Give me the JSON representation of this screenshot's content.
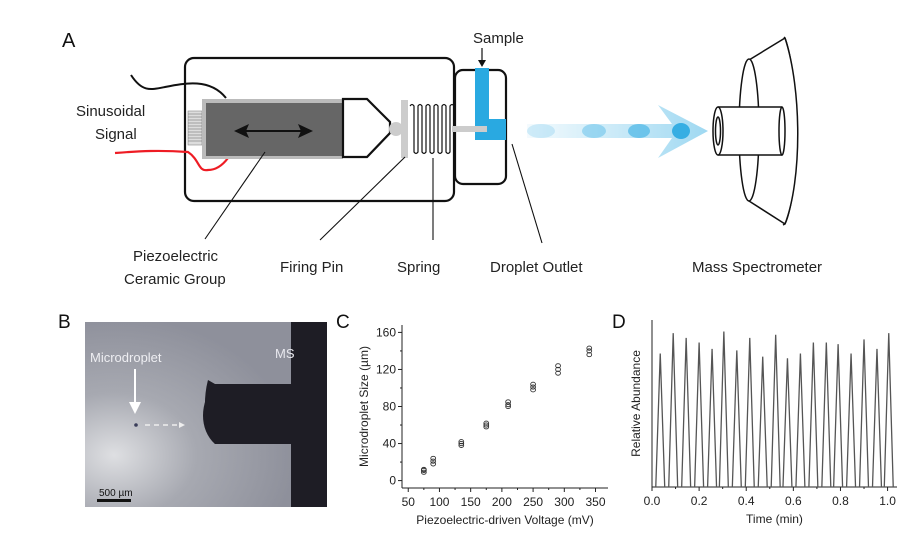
{
  "panels": {
    "a": {
      "letter": "A",
      "labels": {
        "sinusoidal_1": "Sinusoidal",
        "sinusoidal_2": "Signal",
        "piezo_1": "Piezoelectric",
        "piezo_2": "Ceramic Group",
        "firing_pin": "Firing Pin",
        "spring": "Spring",
        "droplet_outlet": "Droplet Outlet",
        "mass_spec": "Mass Spectrometer",
        "sample": "Sample"
      },
      "colors": {
        "sample_blue": "#29a9e1",
        "red_wire": "#ee1c24",
        "piezo_gray": "#666666"
      }
    },
    "b": {
      "letter": "B",
      "microdroplet_label": "Microdroplet",
      "ms_label": "MS",
      "scalebar_label": "500 µm"
    },
    "c": {
      "letter": "C"
    },
    "d": {
      "letter": "D"
    }
  },
  "chart_data": [
    {
      "panel": "C",
      "type": "scatter",
      "title": "",
      "xlabel": "Piezoelectric-driven Voltage (mV)",
      "ylabel": "Microdroplet Size (µm)",
      "xlim": [
        40,
        370
      ],
      "ylim": [
        -8,
        168
      ],
      "xticks": [
        50,
        100,
        150,
        200,
        250,
        300,
        350
      ],
      "yticks": [
        0,
        40,
        80,
        120,
        160
      ],
      "grid": false,
      "legend": null,
      "series": [
        {
          "name": "replicates",
          "marker": "open-circle",
          "points": [
            [
              75,
              9
            ],
            [
              75,
              11
            ],
            [
              75,
              12
            ],
            [
              90,
              18
            ],
            [
              90,
              21
            ],
            [
              90,
              24
            ],
            [
              135,
              38
            ],
            [
              135,
              40
            ],
            [
              135,
              42
            ],
            [
              175,
              58
            ],
            [
              175,
              60
            ],
            [
              175,
              62
            ],
            [
              210,
              80
            ],
            [
              210,
              82
            ],
            [
              210,
              85
            ],
            [
              250,
              98
            ],
            [
              250,
              101
            ],
            [
              250,
              104
            ],
            [
              290,
              116
            ],
            [
              290,
              120
            ],
            [
              290,
              124
            ],
            [
              340,
              136
            ],
            [
              340,
              140
            ],
            [
              340,
              143
            ]
          ]
        }
      ]
    },
    {
      "panel": "D",
      "type": "line",
      "title": "",
      "xlabel": "Time (min)",
      "ylabel": "Relative Abundance",
      "xlim": [
        0.0,
        1.04
      ],
      "ylim": [
        0,
        1.0
      ],
      "xticks": [
        "0.0",
        "0.2",
        "0.4",
        "0.6",
        "0.8",
        "1.0"
      ],
      "grid": false,
      "legend": null,
      "peaks": {
        "times": [
          0.035,
          0.09,
          0.145,
          0.2,
          0.255,
          0.305,
          0.36,
          0.415,
          0.47,
          0.525,
          0.575,
          0.63,
          0.685,
          0.74,
          0.79,
          0.845,
          0.9,
          0.955,
          1.005
        ],
        "heights": [
          0.85,
          0.98,
          0.95,
          0.92,
          0.88,
          0.99,
          0.87,
          0.95,
          0.83,
          0.97,
          0.82,
          0.85,
          0.92,
          0.92,
          0.91,
          0.85,
          0.94,
          0.88,
          0.98
        ]
      }
    }
  ]
}
